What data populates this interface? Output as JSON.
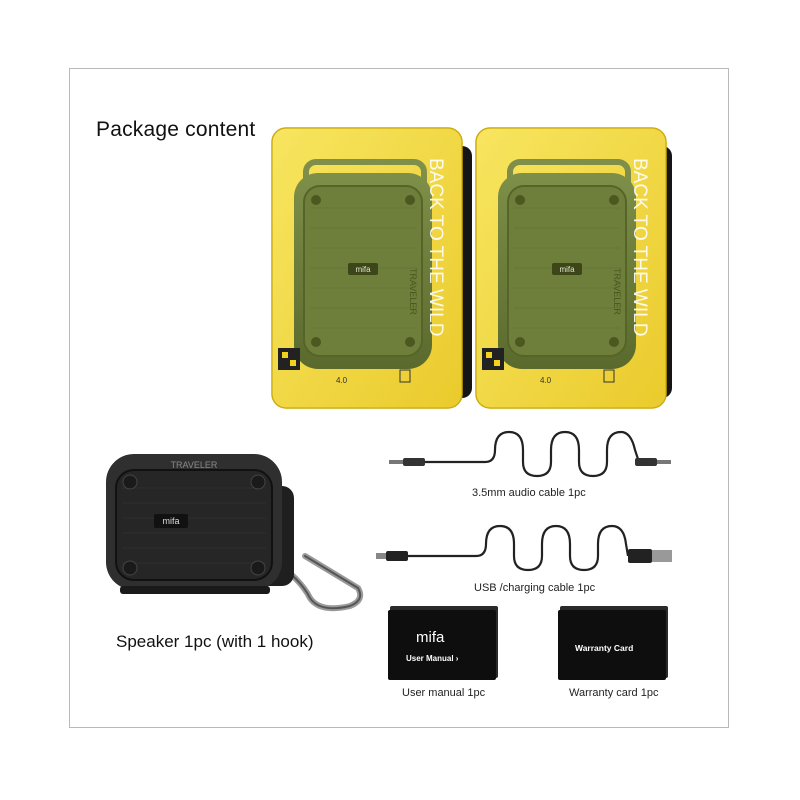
{
  "title": "Package content",
  "box_print": {
    "tagline": "BACK TO THE WILD",
    "series": "TRAVELER",
    "brand": "mifa",
    "version": "4.0"
  },
  "items": {
    "speaker_label": "Speaker 1pc (with 1 hook)",
    "audio_cable_label": "3.5mm audio cable 1pc",
    "usb_cable_label": "USB /charging cable 1pc",
    "user_manual_label": "User manual 1pc",
    "warranty_card_label": "Warranty card 1pc"
  },
  "manual_cover": {
    "brand": "mifa",
    "title": "User Manual ›"
  },
  "warranty_cover": {
    "title": "Warranty Card"
  },
  "speaker_print": {
    "brand": "mifa",
    "series": "TRAVELER"
  },
  "colors": {
    "box_yellow": "#f2d21a",
    "speaker_green": "#6b7d3a",
    "speaker_black": "#2b2b2b",
    "card_black": "#111111"
  }
}
